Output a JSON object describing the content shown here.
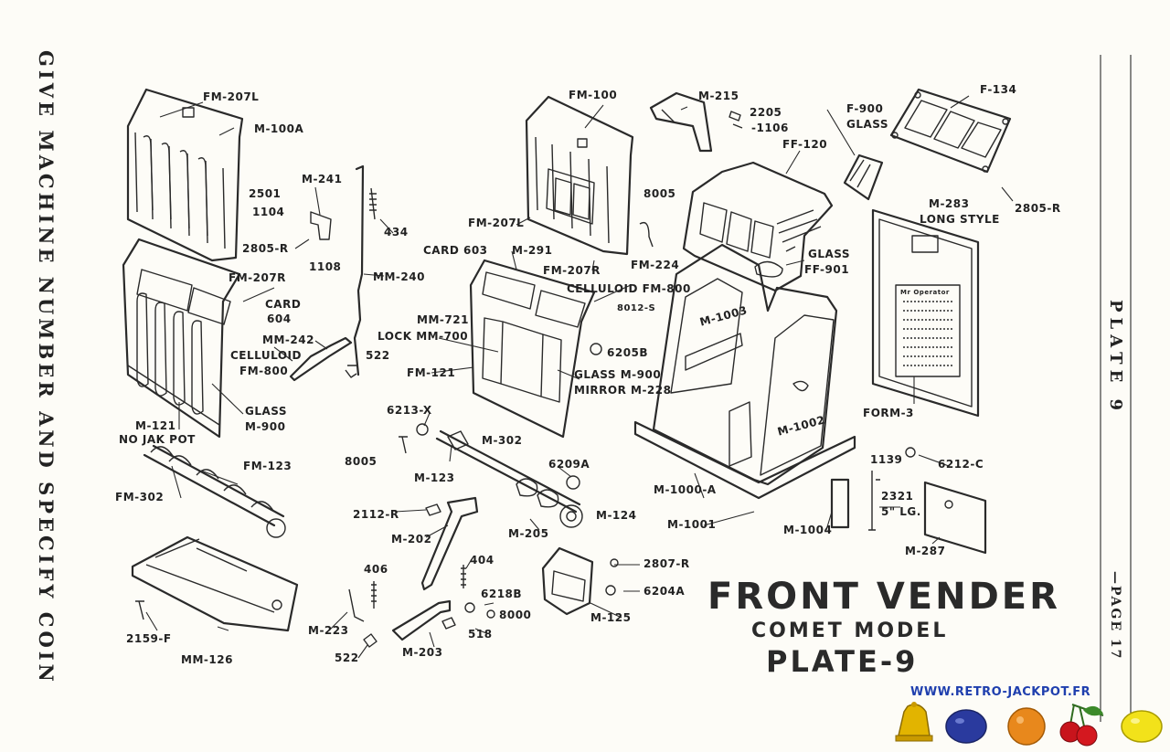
{
  "side_text": "GIVE MACHINE NUMBER AND SPECIFY COIN",
  "plate_side": "PLATE 9",
  "page_side": "—PAGE 17",
  "title": {
    "line1": "FRONT VENDER",
    "line2": "COMET MODEL",
    "line3": "PLATE-9"
  },
  "website": "WWW.RETRO-JACKPOT.FR",
  "labels": {
    "fm207l_top": "FM-207L",
    "m100a": "M-100A",
    "m241": "M-241",
    "n2501": "2501",
    "n1104": "1104",
    "n434": "434",
    "n2805r_left": "2805-R",
    "n1108": "1108",
    "fm207r_left": "FM-207R",
    "mm240": "MM-240",
    "card604_a": "CARD",
    "card604_b": "604",
    "mm242": "MM-242",
    "celluloid_left_a": "CELLULOID",
    "celluloid_left_b": "FM-800",
    "n522_top": "522",
    "glass_left_a": "GLASS",
    "glass_left_b": "M-900",
    "m121_left_a": "M-121",
    "m121_left_b": "NO JAK POT",
    "fm100": "FM-100",
    "fm207l_mid": "FM-207L",
    "card603": "CARD 603",
    "m291": "M-291",
    "fm207r_mid": "FM-207R",
    "celluloid_mid": "CELLULOID FM-800",
    "mm721": "MM-721",
    "lock": "LOCK MM-700",
    "fm121": "FM-121",
    "glass_mid_a": "GLASS M-900",
    "glass_mid_b": "MIRROR M-228",
    "n8012": "8012-S",
    "n6205b": "6205B",
    "m215": "M-215",
    "n2205": "2205",
    "n1106": "-1106",
    "n8005_top": "8005",
    "fm224": "FM-224",
    "ff120": "FF-120",
    "f900_a": "F-900",
    "f900_b": "GLASS",
    "glass_ff_a": "GLASS",
    "glass_ff_b": "FF-901",
    "f134": "F-134",
    "n2805r_right": "2805-R",
    "m283_a": "M-283",
    "m283_b": "LONG STYLE",
    "m1003": "M-1003",
    "m1002": "M-1002",
    "form3": "FORM-3",
    "m1000a": "M-1000-A",
    "m1001": "M-1001",
    "n1139": "1139",
    "n6212c": "6212-C",
    "n2321_a": "2321",
    "n2321_b": "5\" LG.",
    "m1004": "M-1004",
    "m287": "M-287",
    "n6213x": "6213-X",
    "n8005_mid": "8005",
    "m302": "M-302",
    "m123": "M-123",
    "n6209a": "6209A",
    "n2112r": "2112-R",
    "m124": "M-124",
    "m205": "M-205",
    "m202": "M-202",
    "fm123": "FM-123",
    "fm302": "FM-302",
    "n406": "406",
    "n404": "404",
    "n6218b": "6218B",
    "n8000": "8000",
    "n518": "518",
    "m203": "M-203",
    "m223": "M-223",
    "n522_bot": "522",
    "n2807r": "2807-R",
    "n6204a": "6204A",
    "m125": "M-125",
    "n2159f": "2159-F",
    "mm126": "MM-126",
    "card_heading": "Mr Operator"
  },
  "icons": [
    "bell-icon",
    "plum-icon",
    "orange-icon",
    "cherries-icon",
    "lemon-icon"
  ],
  "colors": {
    "paper": "#fdfcf7",
    "ink": "#2a2a2a",
    "website": "#1f3fae"
  }
}
